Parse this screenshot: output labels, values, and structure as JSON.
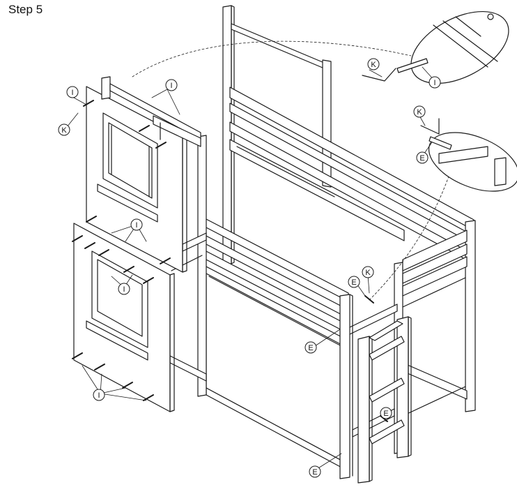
{
  "step": {
    "title": "Step 5"
  },
  "part_labels": {
    "bolt": "I",
    "wrench": "K",
    "screw": "E"
  },
  "colors": {
    "line": "#1a1a1a",
    "background": "#ffffff"
  }
}
